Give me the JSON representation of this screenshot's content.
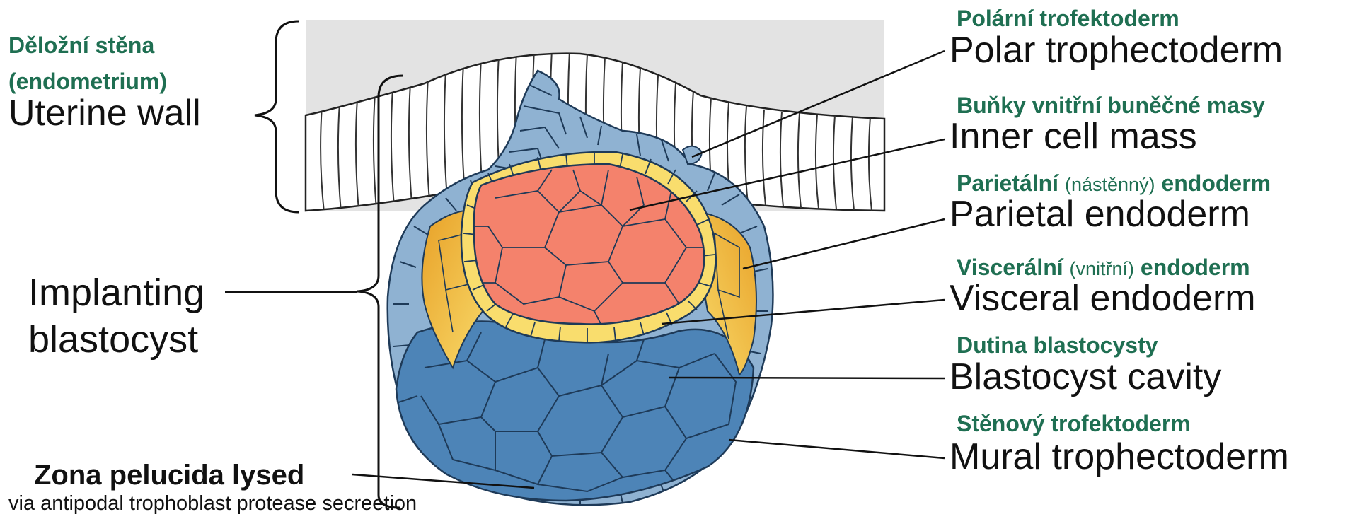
{
  "left_labels": {
    "uterine_cz_line1": "Děložní stěna",
    "uterine_cz_line2": "(endometrium)",
    "uterine_en": "Uterine wall",
    "implanting_line1": "Implanting",
    "implanting_line2": "blastocyst",
    "zona_title": "Zona pelucida lysed",
    "zona_subtitle": "via antipodal trophoblast protease secreetion"
  },
  "right_labels": [
    {
      "cz": "Polární trofektoderm",
      "en": "Polar trophectoderm"
    },
    {
      "cz": "Buňky vnitřní buněčné masy",
      "en": "Inner cell mass"
    },
    {
      "cz_a": "Parietální",
      "cz_thin": "(nástěnný)",
      "cz_b": "endoderm",
      "en": "Parietal endoderm"
    },
    {
      "cz_a": "Viscerální",
      "cz_thin": "(vnitřní)",
      "cz_b": "endoderm",
      "en": "Visceral endoderm"
    },
    {
      "cz": "Dutina blastocysty",
      "en": "Blastocyst cavity"
    },
    {
      "cz": "Stěnový trofektoderm",
      "en": "Mural trophectoderm"
    }
  ],
  "colors": {
    "label_green": "#1f6f52",
    "uterine_bg": "#e3e3e3",
    "trophectoderm_blue": "#8fb2d2",
    "cavity_blue": "#4d84b7",
    "inner_cell_mass": "#f4826c",
    "endoderm_yellow": "#f9dd6d",
    "endoderm_orange": "#e8a128"
  }
}
